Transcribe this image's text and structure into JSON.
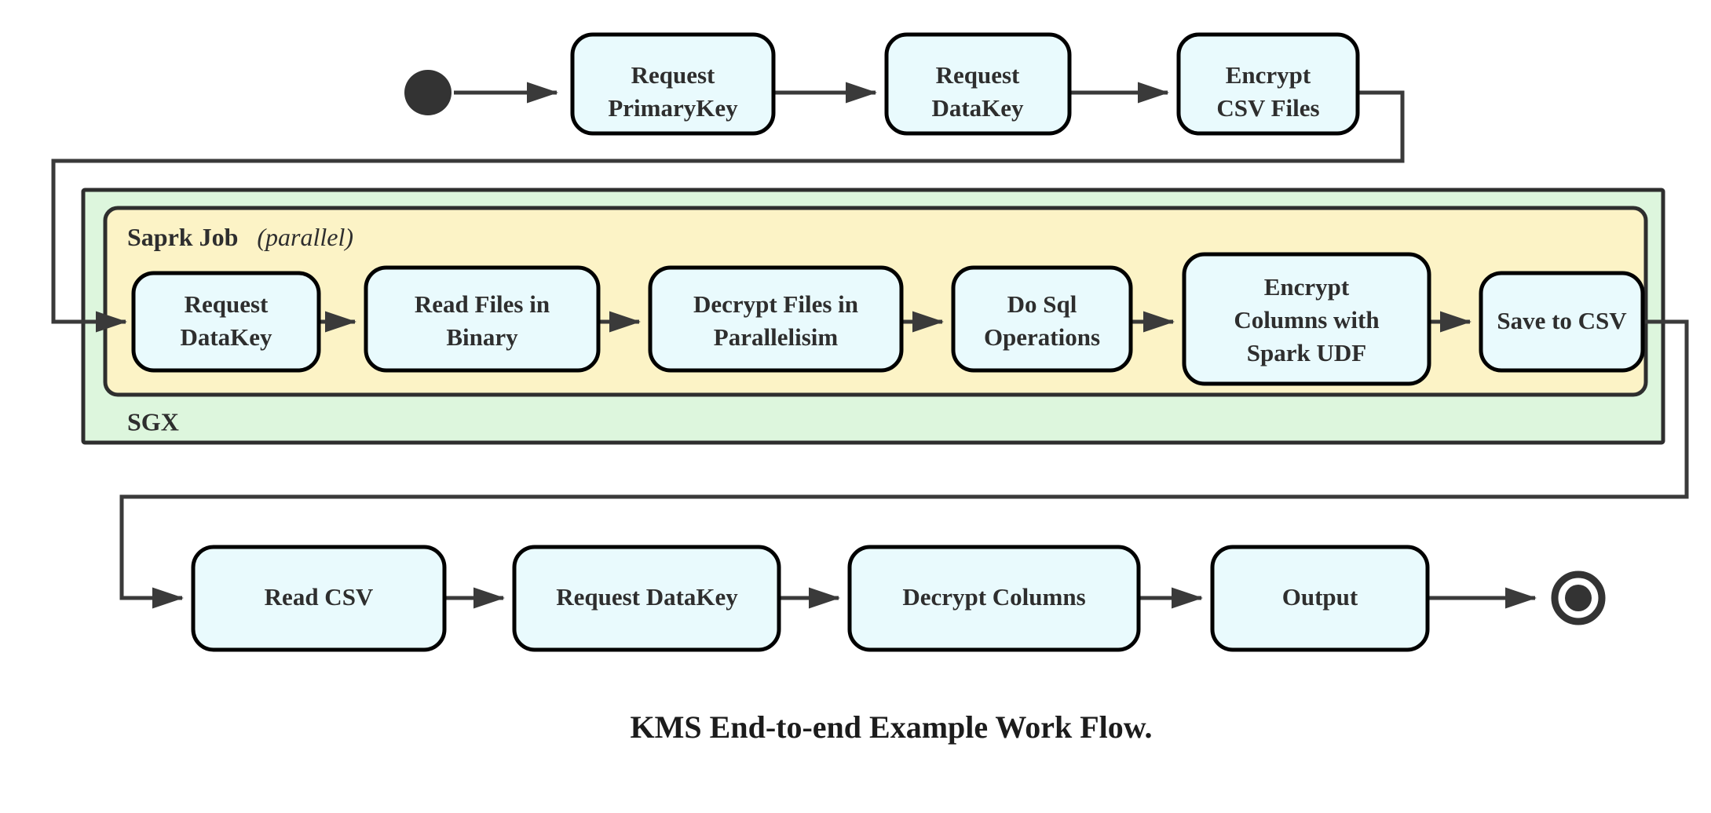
{
  "diagram": {
    "caption": "KMS End-to-end Example Work Flow.",
    "colors": {
      "node_fill": "#e9fafd",
      "node_stroke": "#000000",
      "sgx_fill": "#ddf6dd",
      "spark_fill": "#fcf3c6",
      "edge": "#3a3a3a",
      "text": "#2e2e2e",
      "terminal": "#333333",
      "background": "#ffffff"
    },
    "start_node": {
      "name": "start-node",
      "shape": "filled-circle"
    },
    "end_node": {
      "name": "end-node",
      "shape": "double-circle"
    },
    "containers": {
      "sgx": {
        "label": "SGX"
      },
      "spark": {
        "label_bold": "Saprk Job",
        "label_italic": "(parallel)"
      }
    },
    "rows": {
      "top": [
        {
          "id": "request-primarykey",
          "line1": "Request",
          "line2": "PrimaryKey"
        },
        {
          "id": "request-datakey-top",
          "line1": "Request",
          "line2": "DataKey"
        },
        {
          "id": "encrypt-csv-files",
          "line1": "Encrypt",
          "line2": "CSV Files"
        }
      ],
      "middle": [
        {
          "id": "request-datakey-spark",
          "line1": "Request",
          "line2": "DataKey",
          "line3": ""
        },
        {
          "id": "read-files-in-binary",
          "line1": "Read Files in",
          "line2": "Binary",
          "line3": ""
        },
        {
          "id": "decrypt-files-in-parallelisim",
          "line1": "Decrypt Files in",
          "line2": "Parallelisim",
          "line3": ""
        },
        {
          "id": "do-sql-operations",
          "line1": "Do Sql",
          "line2": "Operations",
          "line3": ""
        },
        {
          "id": "encrypt-columns-with-spark-udf",
          "line1": "Encrypt",
          "line2": "Columns with",
          "line3": "Spark UDF"
        },
        {
          "id": "save-to-csv",
          "line1": "Save to CSV",
          "line2": "",
          "line3": ""
        }
      ],
      "bottom": [
        {
          "id": "read-csv",
          "line1": "Read CSV",
          "line2": ""
        },
        {
          "id": "request-datakey-bottom",
          "line1": "Request DataKey",
          "line2": ""
        },
        {
          "id": "decrypt-columns",
          "line1": "Decrypt Columns",
          "line2": ""
        },
        {
          "id": "output",
          "line1": "Output",
          "line2": ""
        }
      ]
    }
  }
}
